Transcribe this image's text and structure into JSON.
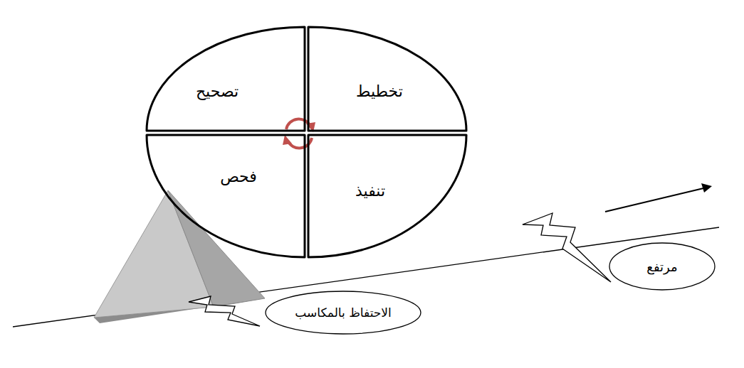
{
  "diagram": {
    "nodes": [
      {
        "text": [
          "تخطيط"
        ]
      },
      {
        "text": [
          "تصحيح"
        ]
      },
      {
        "text": [
          "تنفيذ"
        ]
      },
      {
        "text": [
          "فحص"
        ]
      },
      {
        "text": [
          "مرتفع"
        ]
      },
      {
        "text": [
          "الاحتفاظ بالمكاسب"
        ]
      }
    ]
  }
}
